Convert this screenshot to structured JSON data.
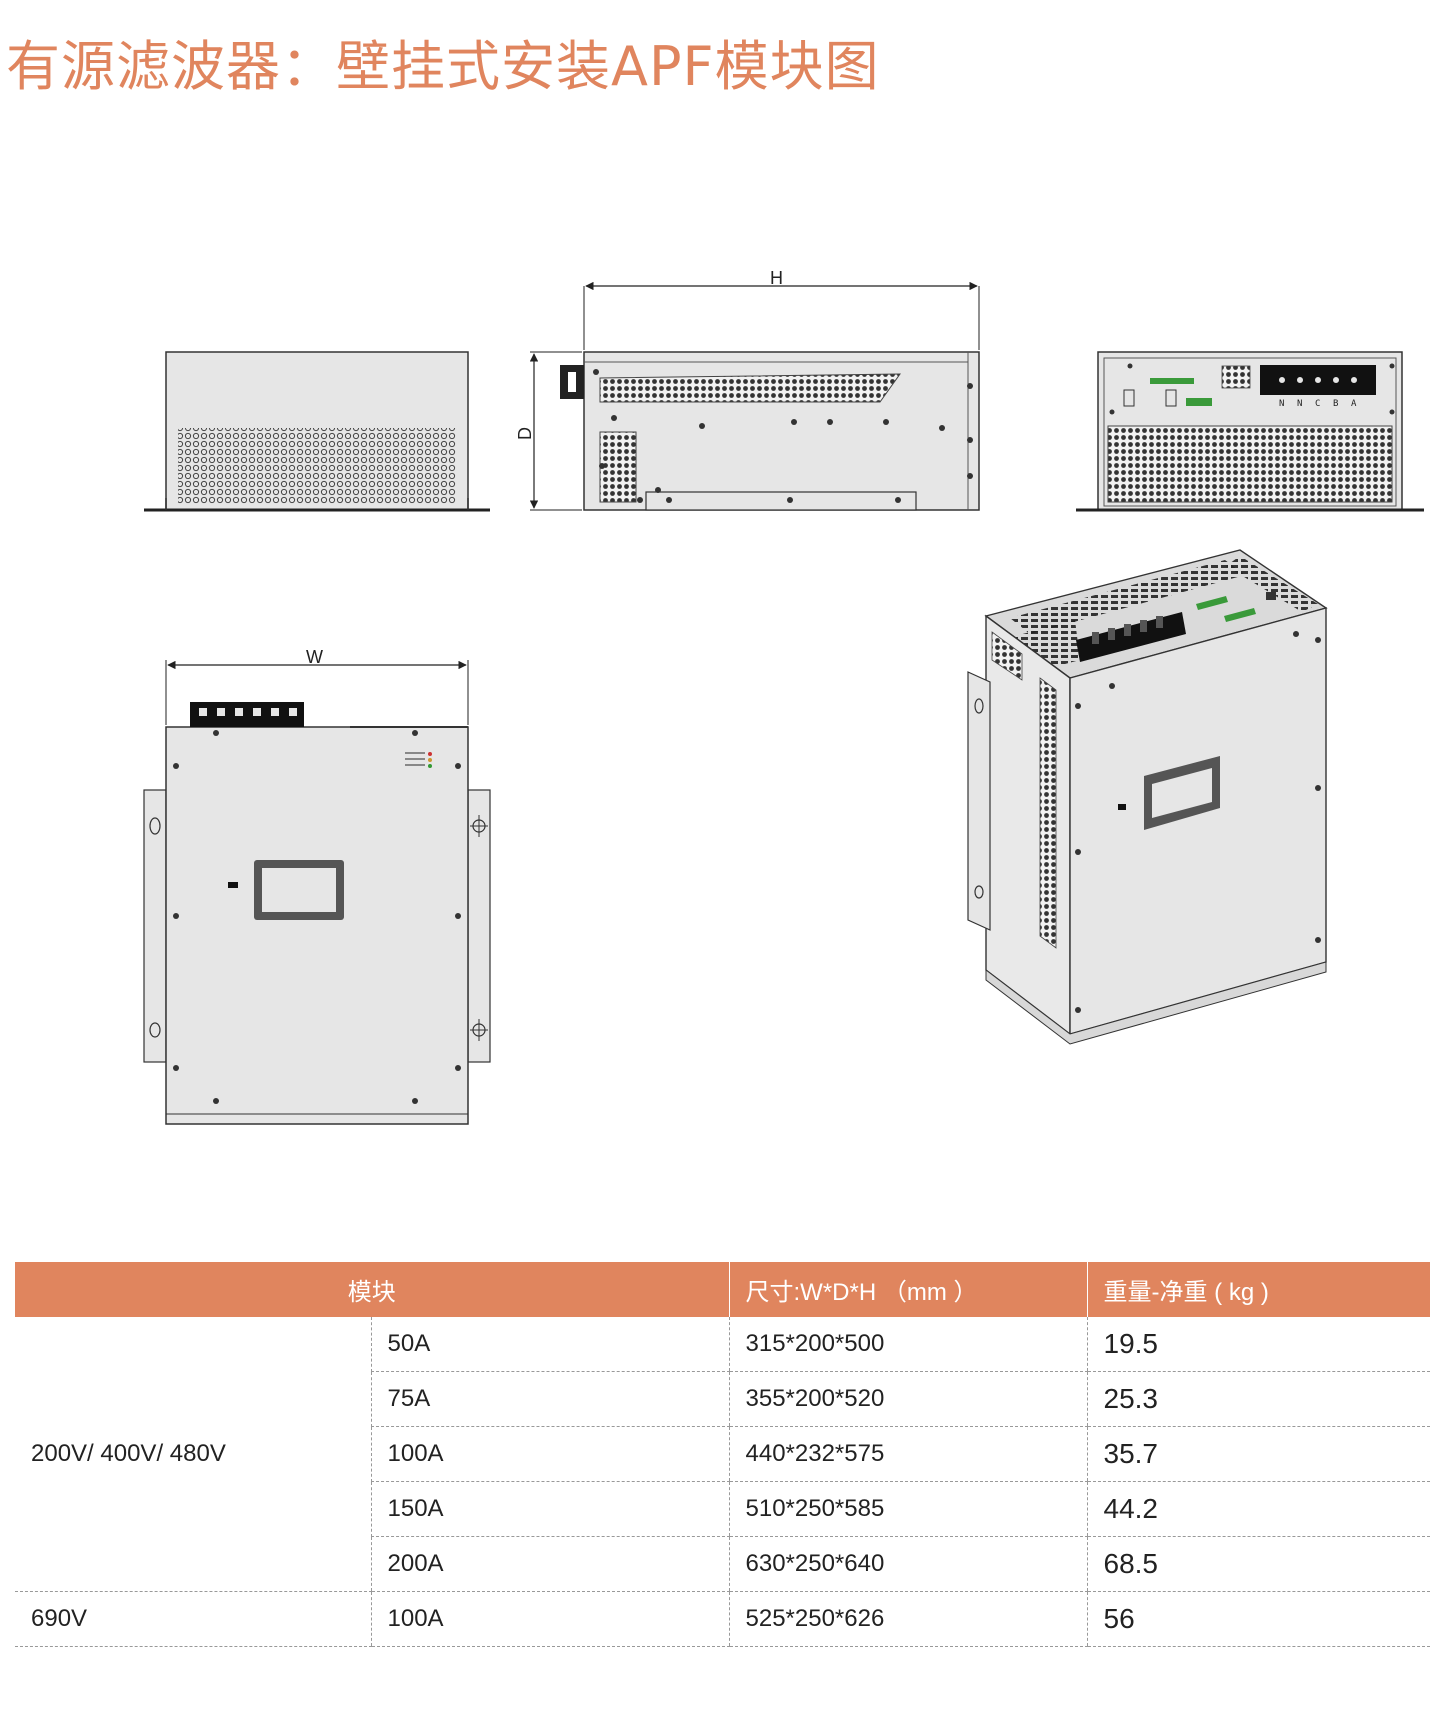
{
  "page": {
    "title": "有源滤波器：壁挂式安装APF模块图"
  },
  "drawings": {
    "side_view": {
      "dim_height_label": "H",
      "dim_depth_label": "D"
    },
    "bottom_view": {
      "terminal_labels": [
        "N",
        "N",
        "C",
        "B",
        "A"
      ]
    },
    "front_view": {
      "dim_width_label": "W"
    }
  },
  "spec_table": {
    "headers": [
      "模块",
      "尺寸:W*D*H （mm ）",
      "重量-净重 ( kg )"
    ],
    "groups": [
      {
        "voltage": "200V/ 400V/ 480V",
        "rows": [
          {
            "current": "50A",
            "size": "315*200*500",
            "weight": "19.5"
          },
          {
            "current": "75A",
            "size": "355*200*520",
            "weight": "25.3"
          },
          {
            "current": "100A",
            "size": "440*232*575",
            "weight": "35.7"
          },
          {
            "current": "150A",
            "size": "510*250*585",
            "weight": "44.2"
          },
          {
            "current": "200A",
            "size": "630*250*640",
            "weight": "68.5"
          }
        ]
      },
      {
        "voltage": "690V",
        "rows": [
          {
            "current": "100A",
            "size": "525*250*626",
            "weight": "56"
          }
        ]
      }
    ]
  },
  "colors": {
    "accent": "#e0855e",
    "panel": "#e6e6e6",
    "outline": "#333333"
  }
}
